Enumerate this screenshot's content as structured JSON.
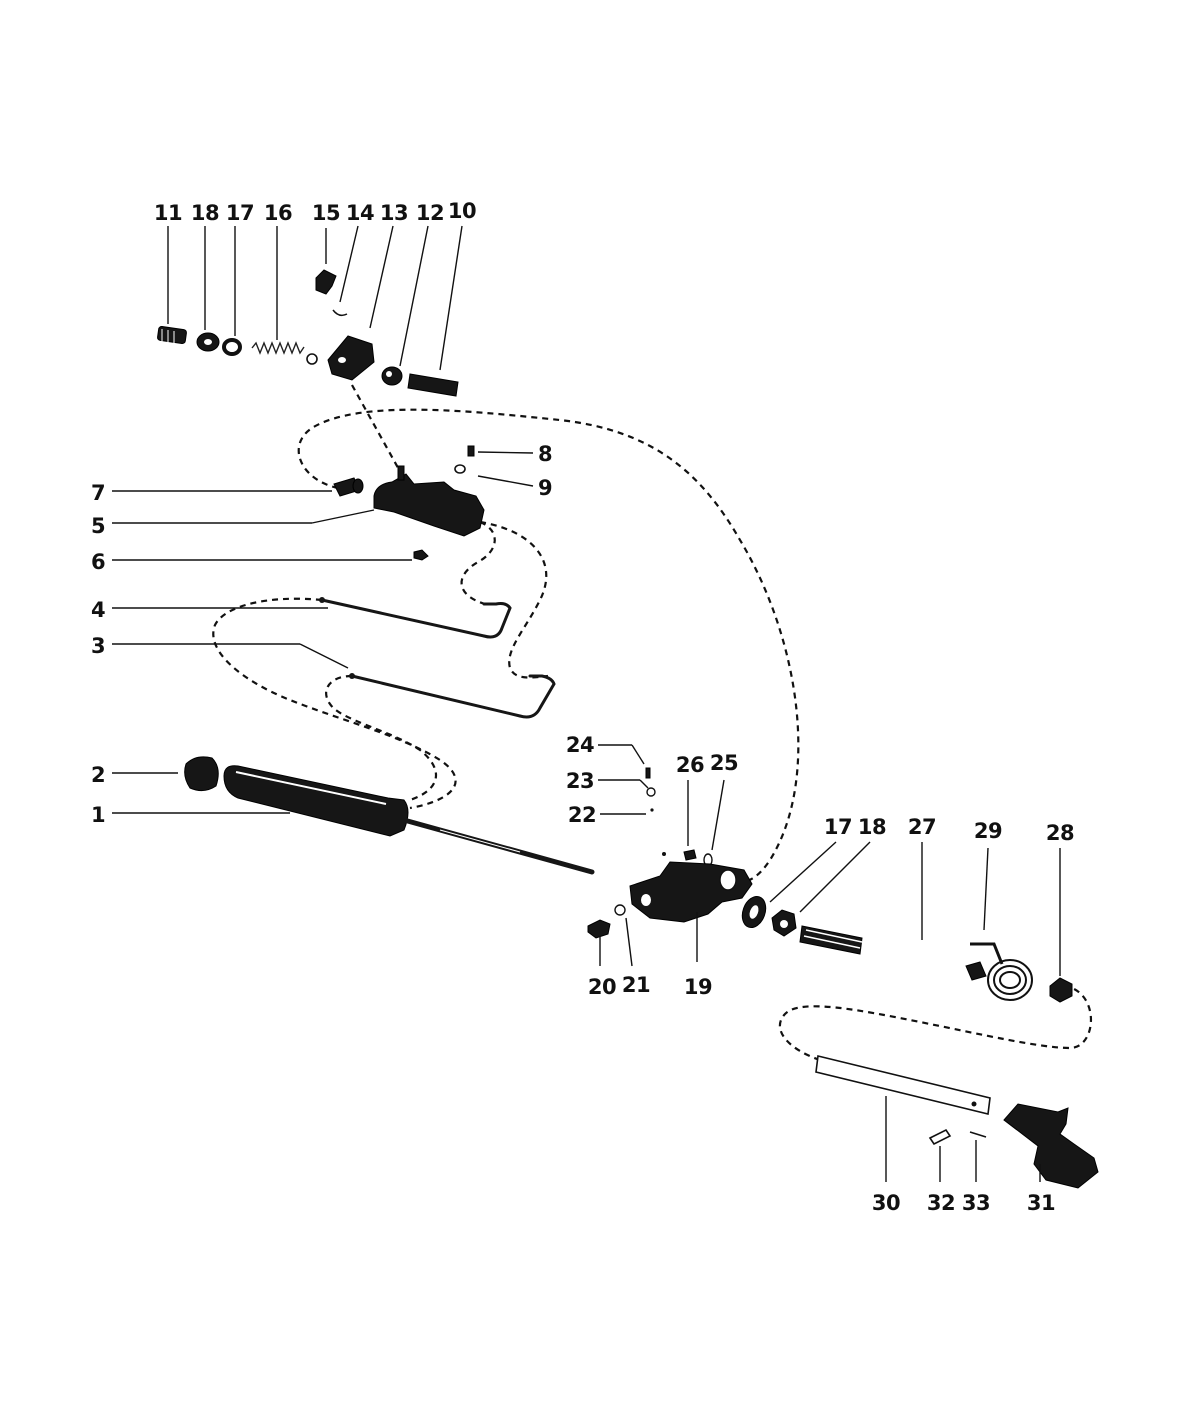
{
  "callouts": {
    "p1": "1",
    "p2": "2",
    "p3": "3",
    "p4": "4",
    "p5": "5",
    "p6": "6",
    "p7": "7",
    "p8": "8",
    "p9": "9",
    "p10": "10",
    "p11": "11",
    "p12": "12",
    "p13": "13",
    "p14": "14",
    "p15": "15",
    "p16": "16",
    "p17a": "17",
    "p18a": "18",
    "p17b": "17",
    "p18b": "18",
    "p19": "19",
    "p20": "20",
    "p21": "21",
    "p22": "22",
    "p23": "23",
    "p24": "24",
    "p25": "25",
    "p26": "26",
    "p27": "27",
    "p28": "28",
    "p29": "29",
    "p30": "30",
    "p31": "31",
    "p32": "32",
    "p33": "33"
  },
  "colors": {
    "ink": "#161616",
    "paper": "#ffffff"
  }
}
